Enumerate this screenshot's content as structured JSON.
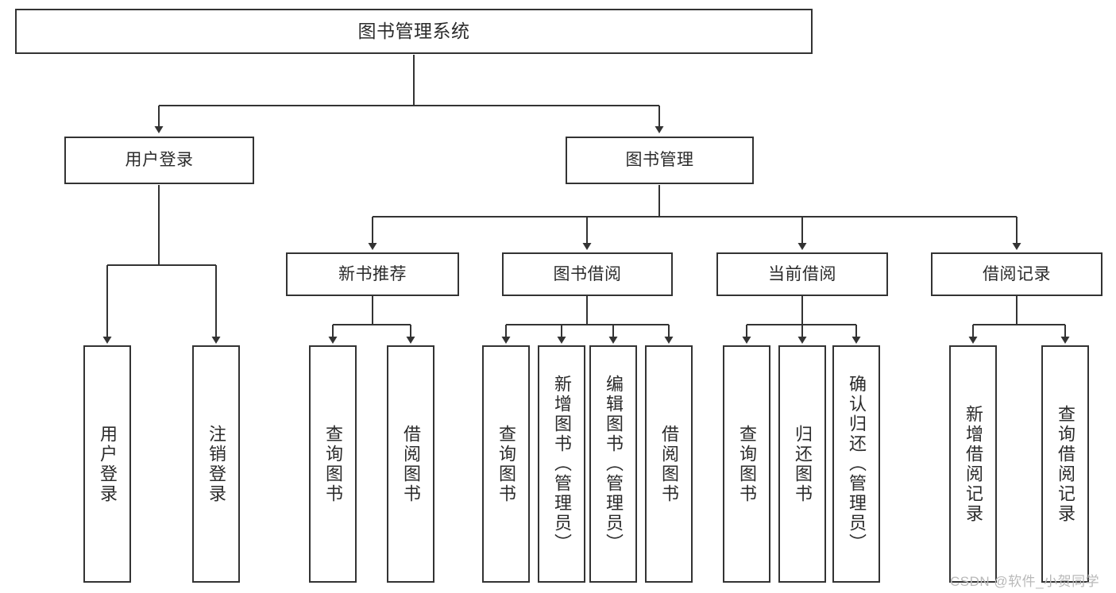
{
  "diagram": {
    "title": "图书管理系统",
    "background": "#ffffff",
    "line_color": "#333333",
    "text_color": "#2b2b2b",
    "nodes": {
      "root": {
        "label": "图书管理系统",
        "orientation": "horizontal"
      },
      "user_login": {
        "label": "用户登录",
        "orientation": "horizontal"
      },
      "book_manage": {
        "label": "图书管理",
        "orientation": "horizontal"
      },
      "new_book_rec": {
        "label": "新书推荐",
        "orientation": "horizontal"
      },
      "book_borrow": {
        "label": "图书借阅",
        "orientation": "horizontal"
      },
      "current_borrow": {
        "label": "当前借阅",
        "orientation": "horizontal"
      },
      "borrow_record": {
        "label": "借阅记录",
        "orientation": "horizontal"
      },
      "leaf_user_login": {
        "label": "用户登录",
        "orientation": "vertical"
      },
      "leaf_logout": {
        "label": "注销登录",
        "orientation": "vertical"
      },
      "leaf_query_book_1": {
        "label": "查询图书",
        "orientation": "vertical"
      },
      "leaf_borrow_book_1": {
        "label": "借阅图书",
        "orientation": "vertical"
      },
      "leaf_query_book_2": {
        "label": "查询图书",
        "orientation": "vertical"
      },
      "leaf_add_book": {
        "label": "新增图书（管理员）",
        "orientation": "vertical"
      },
      "leaf_edit_book": {
        "label": "编辑图书（管理员）",
        "orientation": "vertical"
      },
      "leaf_borrow_book_2": {
        "label": "借阅图书",
        "orientation": "vertical"
      },
      "leaf_query_book_3": {
        "label": "查询图书",
        "orientation": "vertical"
      },
      "leaf_return_book": {
        "label": "归还图书",
        "orientation": "vertical"
      },
      "leaf_confirm_return": {
        "label": "确认归还（管理员）",
        "orientation": "vertical"
      },
      "leaf_add_record": {
        "label": "新增借阅记录",
        "orientation": "vertical"
      },
      "leaf_query_record": {
        "label": "查询借阅记录",
        "orientation": "vertical"
      }
    },
    "watermark": "CSDN @软件_小贺同学"
  },
  "chart_data": {
    "type": "diagram",
    "title": "图书管理系统",
    "structure": "tree",
    "levels": 4,
    "tree": {
      "label": "图书管理系统",
      "children": [
        {
          "label": "用户登录",
          "children": [
            {
              "label": "用户登录"
            },
            {
              "label": "注销登录"
            }
          ]
        },
        {
          "label": "图书管理",
          "children": [
            {
              "label": "新书推荐",
              "children": [
                {
                  "label": "查询图书"
                },
                {
                  "label": "借阅图书"
                }
              ]
            },
            {
              "label": "图书借阅",
              "children": [
                {
                  "label": "查询图书"
                },
                {
                  "label": "新增图书（管理员）"
                },
                {
                  "label": "编辑图书（管理员）"
                },
                {
                  "label": "借阅图书"
                }
              ]
            },
            {
              "label": "当前借阅",
              "children": [
                {
                  "label": "查询图书"
                },
                {
                  "label": "归还图书"
                },
                {
                  "label": "确认归还（管理员）"
                }
              ]
            },
            {
              "label": "借阅记录",
              "children": [
                {
                  "label": "新增借阅记录"
                },
                {
                  "label": "查询借阅记录"
                }
              ]
            }
          ]
        }
      ]
    }
  }
}
